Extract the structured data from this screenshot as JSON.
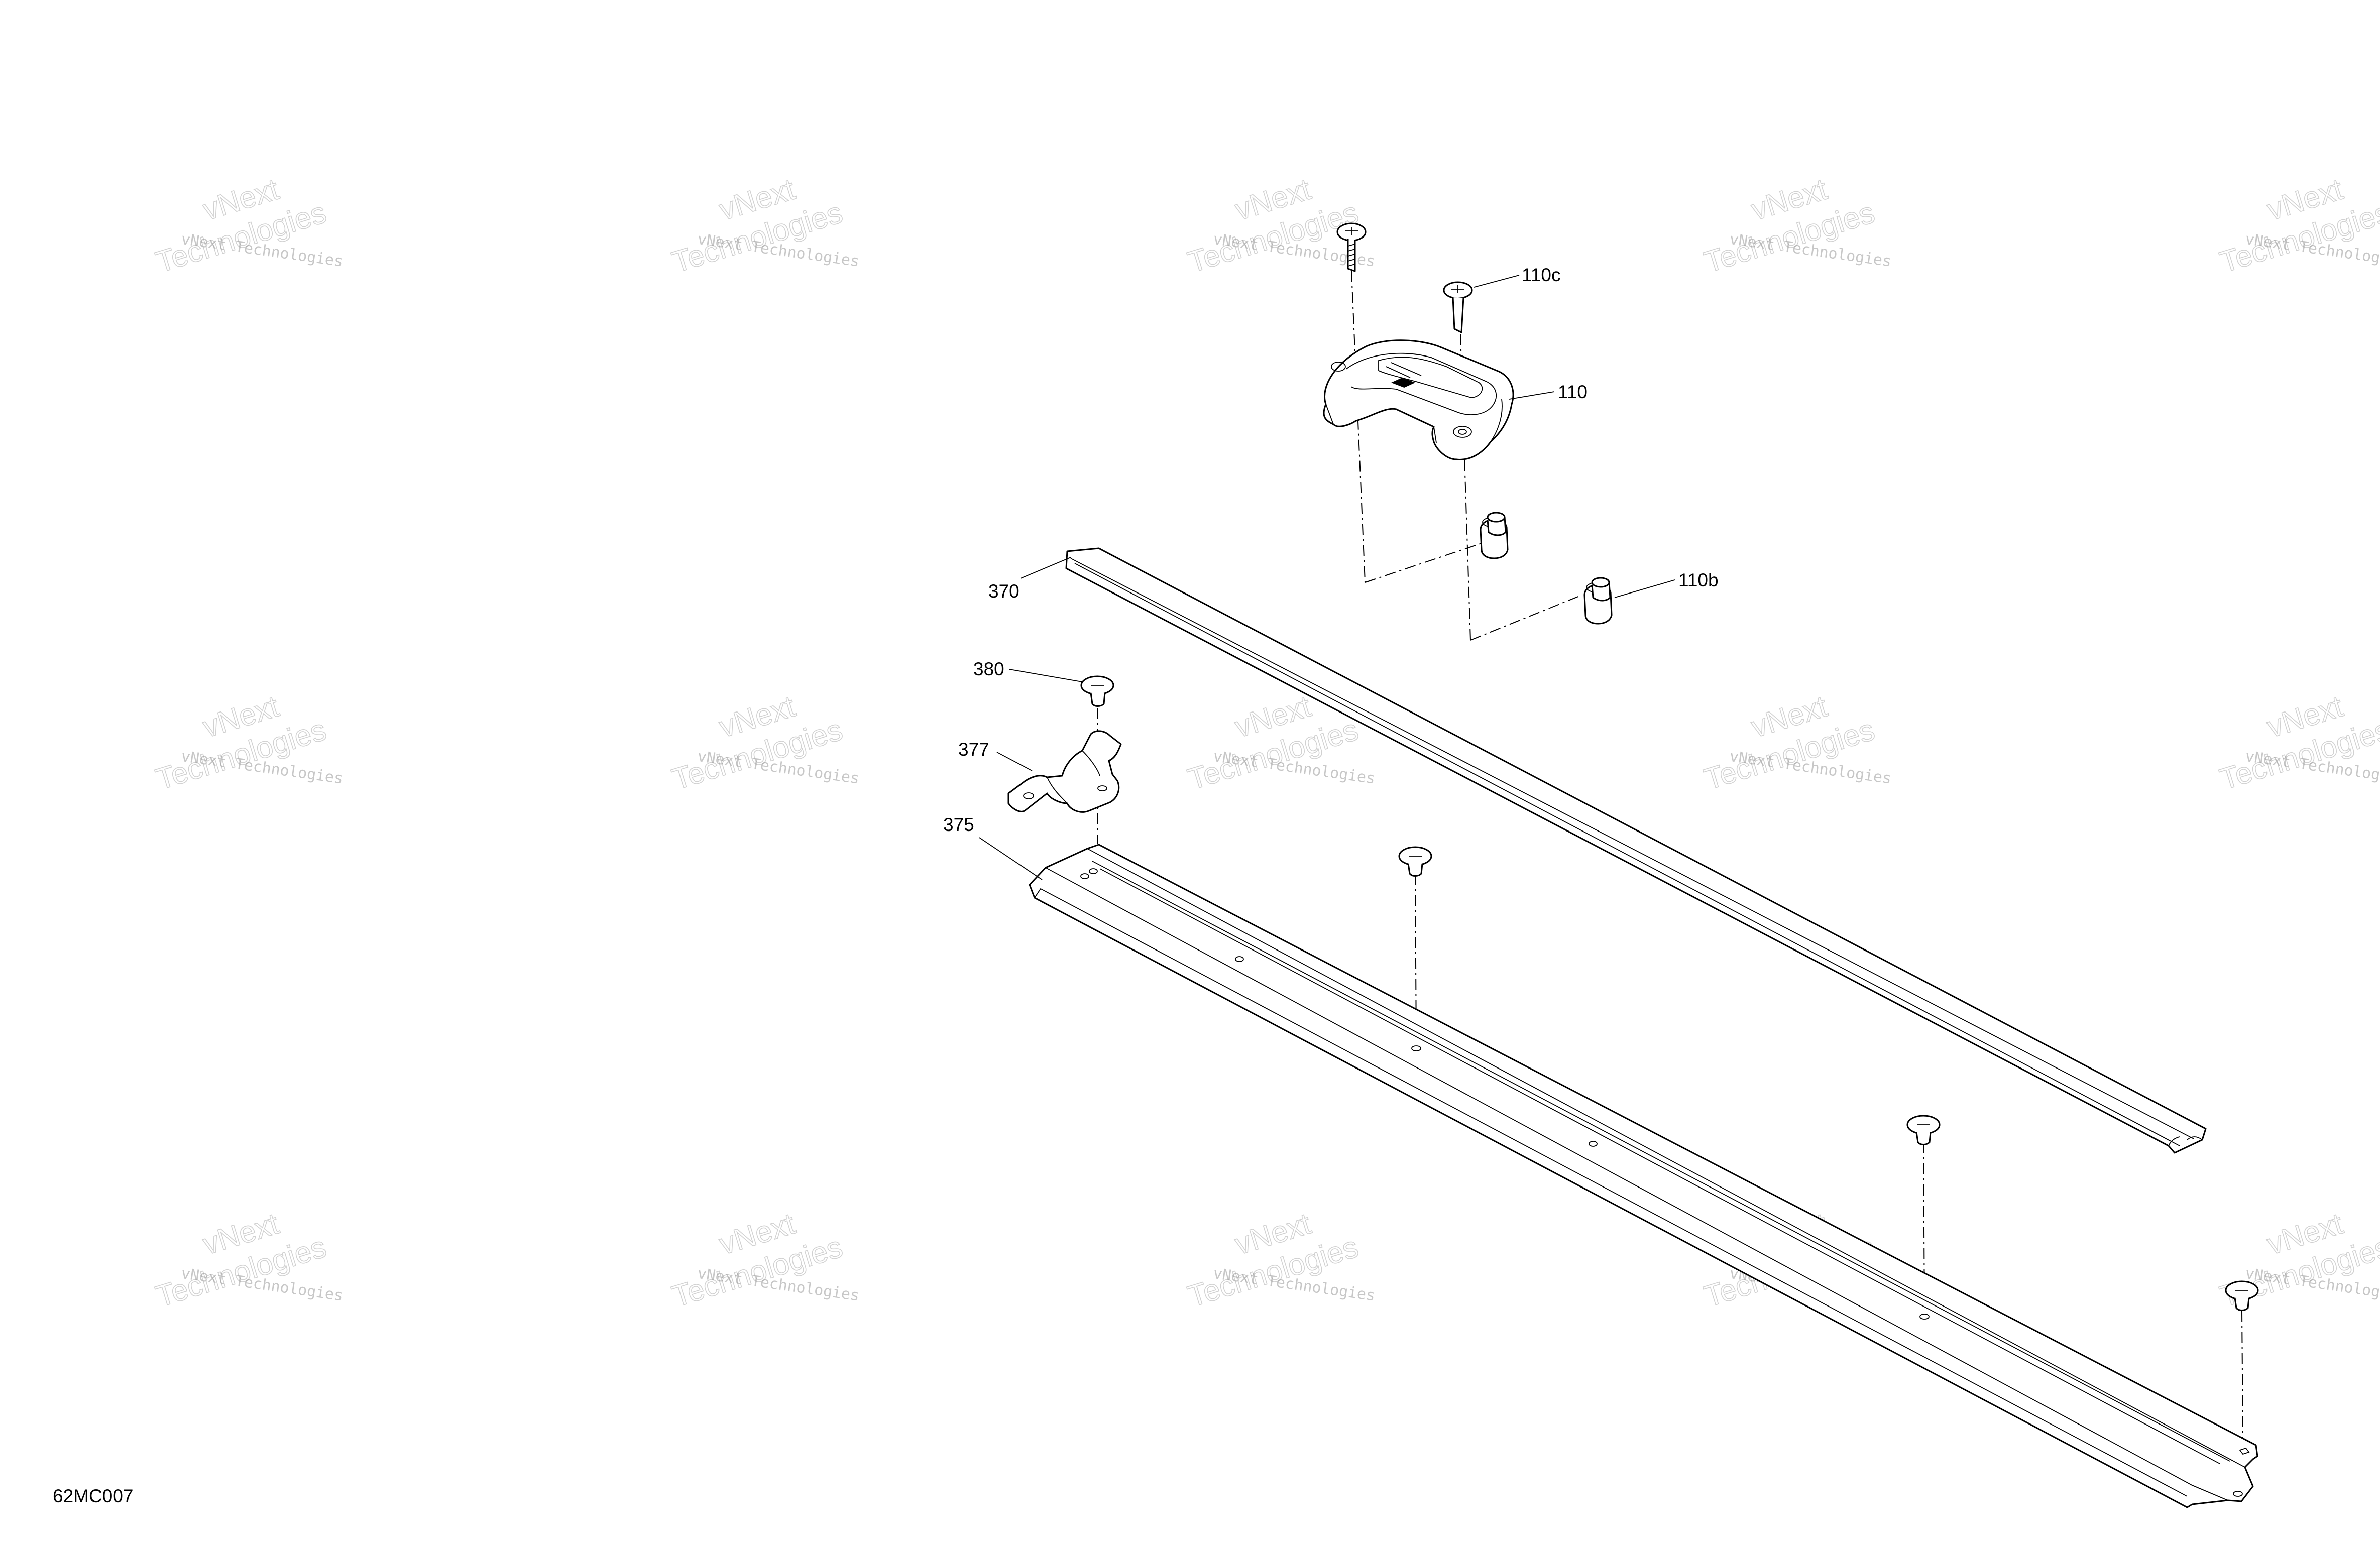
{
  "watermark": {
    "line1": "vNext Technologies",
    "line2_top": "vNext",
    "line2_bottom": "Technologies"
  },
  "callouts": {
    "c110c": "110c",
    "c110": "110",
    "c110b": "110b",
    "c370": "370",
    "c380": "380",
    "c377": "377",
    "c375": "375"
  },
  "figure_code": "62MC007"
}
